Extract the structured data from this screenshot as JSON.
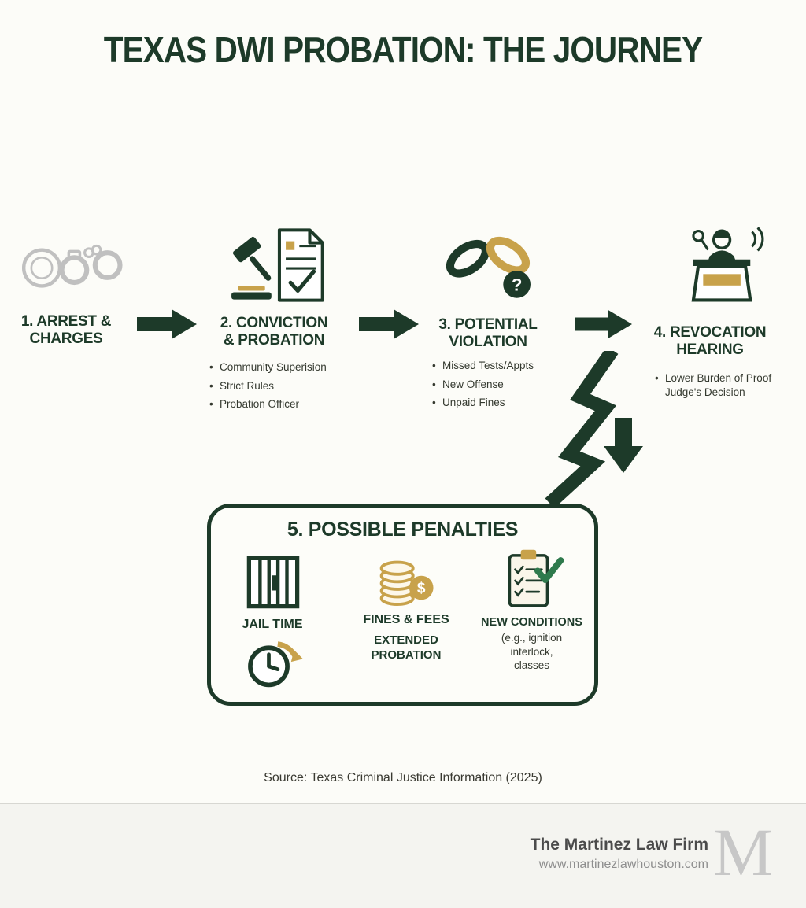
{
  "title": "TEXAS DWI PROBATION: THE JOURNEY",
  "colors": {
    "dark_green": "#1d3a29",
    "gold": "#c8a24b",
    "icon_gray": "#c0c0c0"
  },
  "steps": [
    {
      "label": "1. ARREST &\nCHARGES",
      "icon": "handcuffs-badge-icon",
      "bullets": []
    },
    {
      "label": "2. CONVICTION\n& PROBATION",
      "icon": "gavel-document-icon",
      "bullets": [
        "Community Superision",
        "Strict Rules",
        "Probation Officer"
      ]
    },
    {
      "label": "3. POTENTIAL\nVIOLATION",
      "icon": "broken-chain-icon",
      "bullets": [
        "Missed Tests/Appts",
        "New Offense",
        "Unpaid Fines"
      ]
    },
    {
      "label": "4. REVOCATION\nHEARING",
      "icon": "judge-podium-icon",
      "bullets": [
        "Lower Burden of Proof\nJudge's Decision"
      ]
    }
  ],
  "penalties": {
    "title": "5. POSSIBLE PENALTIES",
    "items": [
      {
        "label": "JAIL TIME",
        "sublabel": "",
        "icon": "jail-bars-icon"
      },
      {
        "label": "FINES & FEES",
        "sublabel": "EXTENDED\nPROBATION",
        "icon": "coins-icon"
      },
      {
        "label": "NEW CONDITIONS",
        "sublabel": "(e.g., ignition\ninterlock,\nclasses",
        "icon": "clipboard-checklist-icon"
      }
    ]
  },
  "source": "Source: Texas Criminal Justice Information (2025)",
  "footer": {
    "firm_name": "The Martinez Law Firm",
    "website": "www.martinezlawhouston.com",
    "watermark": "M"
  }
}
